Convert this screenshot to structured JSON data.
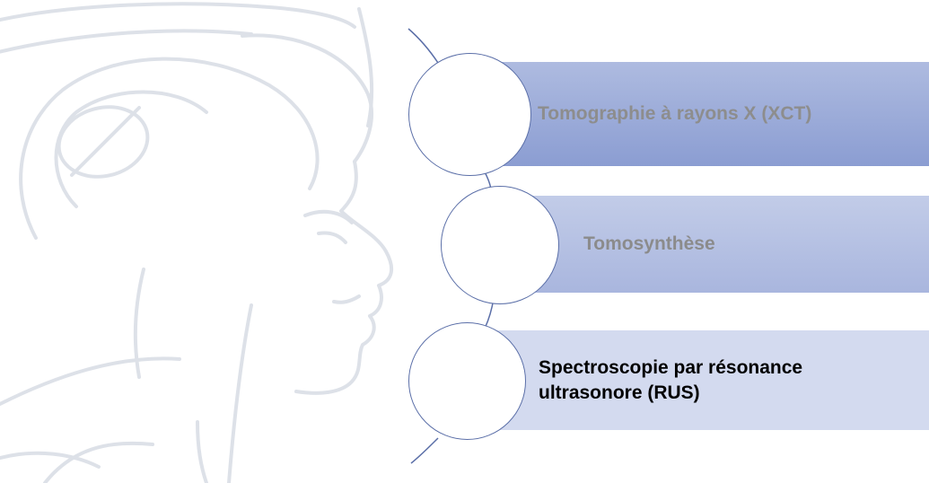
{
  "items": [
    {
      "label": "Tomographie à rayons X (XCT)",
      "state": "dimmed"
    },
    {
      "label": "Tomosynthèse",
      "state": "dimmed"
    },
    {
      "label_line1": "Spectroscopie par résonance",
      "label_line2": "ultrasonore (RUS)",
      "state": "active"
    }
  ],
  "colors": {
    "bar1": "#8b9dd2",
    "bar2": "#a9b6de",
    "bar3": "#d3daef",
    "circle_border": "#5b6fa8",
    "dimmed_text": "#8d8d8d",
    "active_text": "#000000",
    "background_art": "#dde1e8"
  }
}
